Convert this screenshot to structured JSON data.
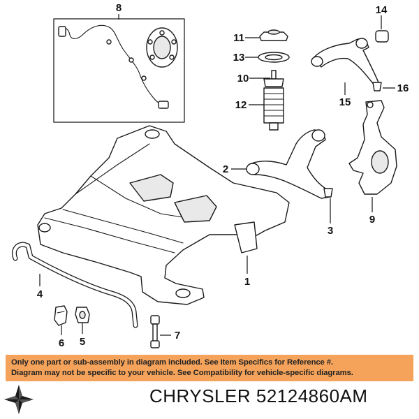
{
  "callouts": [
    "8",
    "14",
    "11",
    "13",
    "10",
    "12",
    "16",
    "15",
    "2",
    "9",
    "3",
    "1",
    "4",
    "6",
    "5",
    "7"
  ],
  "notice": {
    "line1": "Only one part or sub-assembly in diagram included. See Item Specifics for Reference #.",
    "line2": "Diagram may not be specific to your vehicle. See Compatibility for vehicle-specific diagrams."
  },
  "brand": {
    "make": "CHRYSLER",
    "part_number": "52124860AM"
  },
  "colors": {
    "notice_bg": "#f5a35a",
    "text": "#111111"
  },
  "icons": [
    "pentastar-logo-icon"
  ]
}
